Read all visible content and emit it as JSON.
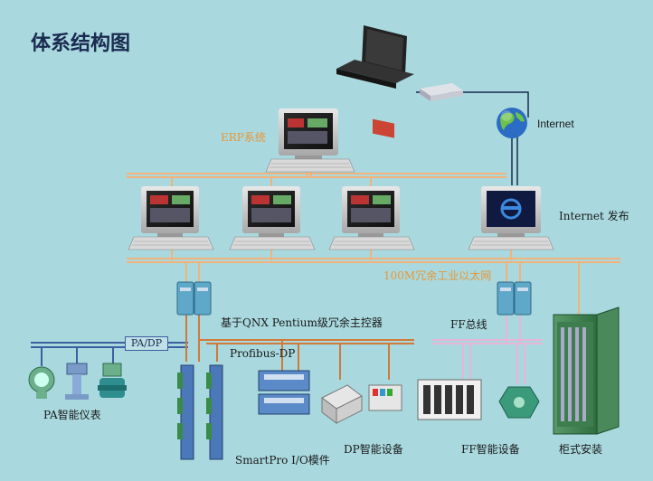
{
  "title": "体系结构图",
  "labels": {
    "erp": "ERP系统",
    "internet": "Internet",
    "internet_publish": "Internet 发布",
    "network": "100M冗余工业以太网",
    "controller": "基于QNX Pentium级冗余主控器",
    "ff_bus": "FF总线",
    "pa_dp": "PA/DP",
    "profibus": "Profibus-DP",
    "pa_devices": "PA智能仪表",
    "smartpro": "SmartPro I/O模件",
    "dp_devices": "DP智能设备",
    "ff_devices": "FF智能设备",
    "cabinet": "柜式安装"
  },
  "colors": {
    "background": "#a9d9de",
    "ethernet_line": "#f2b27a",
    "bus_line": "#3c5fa0",
    "profibus_line": "#d07a3a",
    "ff_line": "#e8b4d8",
    "label_orange": "#e8963a",
    "title": "#1a2a50"
  }
}
